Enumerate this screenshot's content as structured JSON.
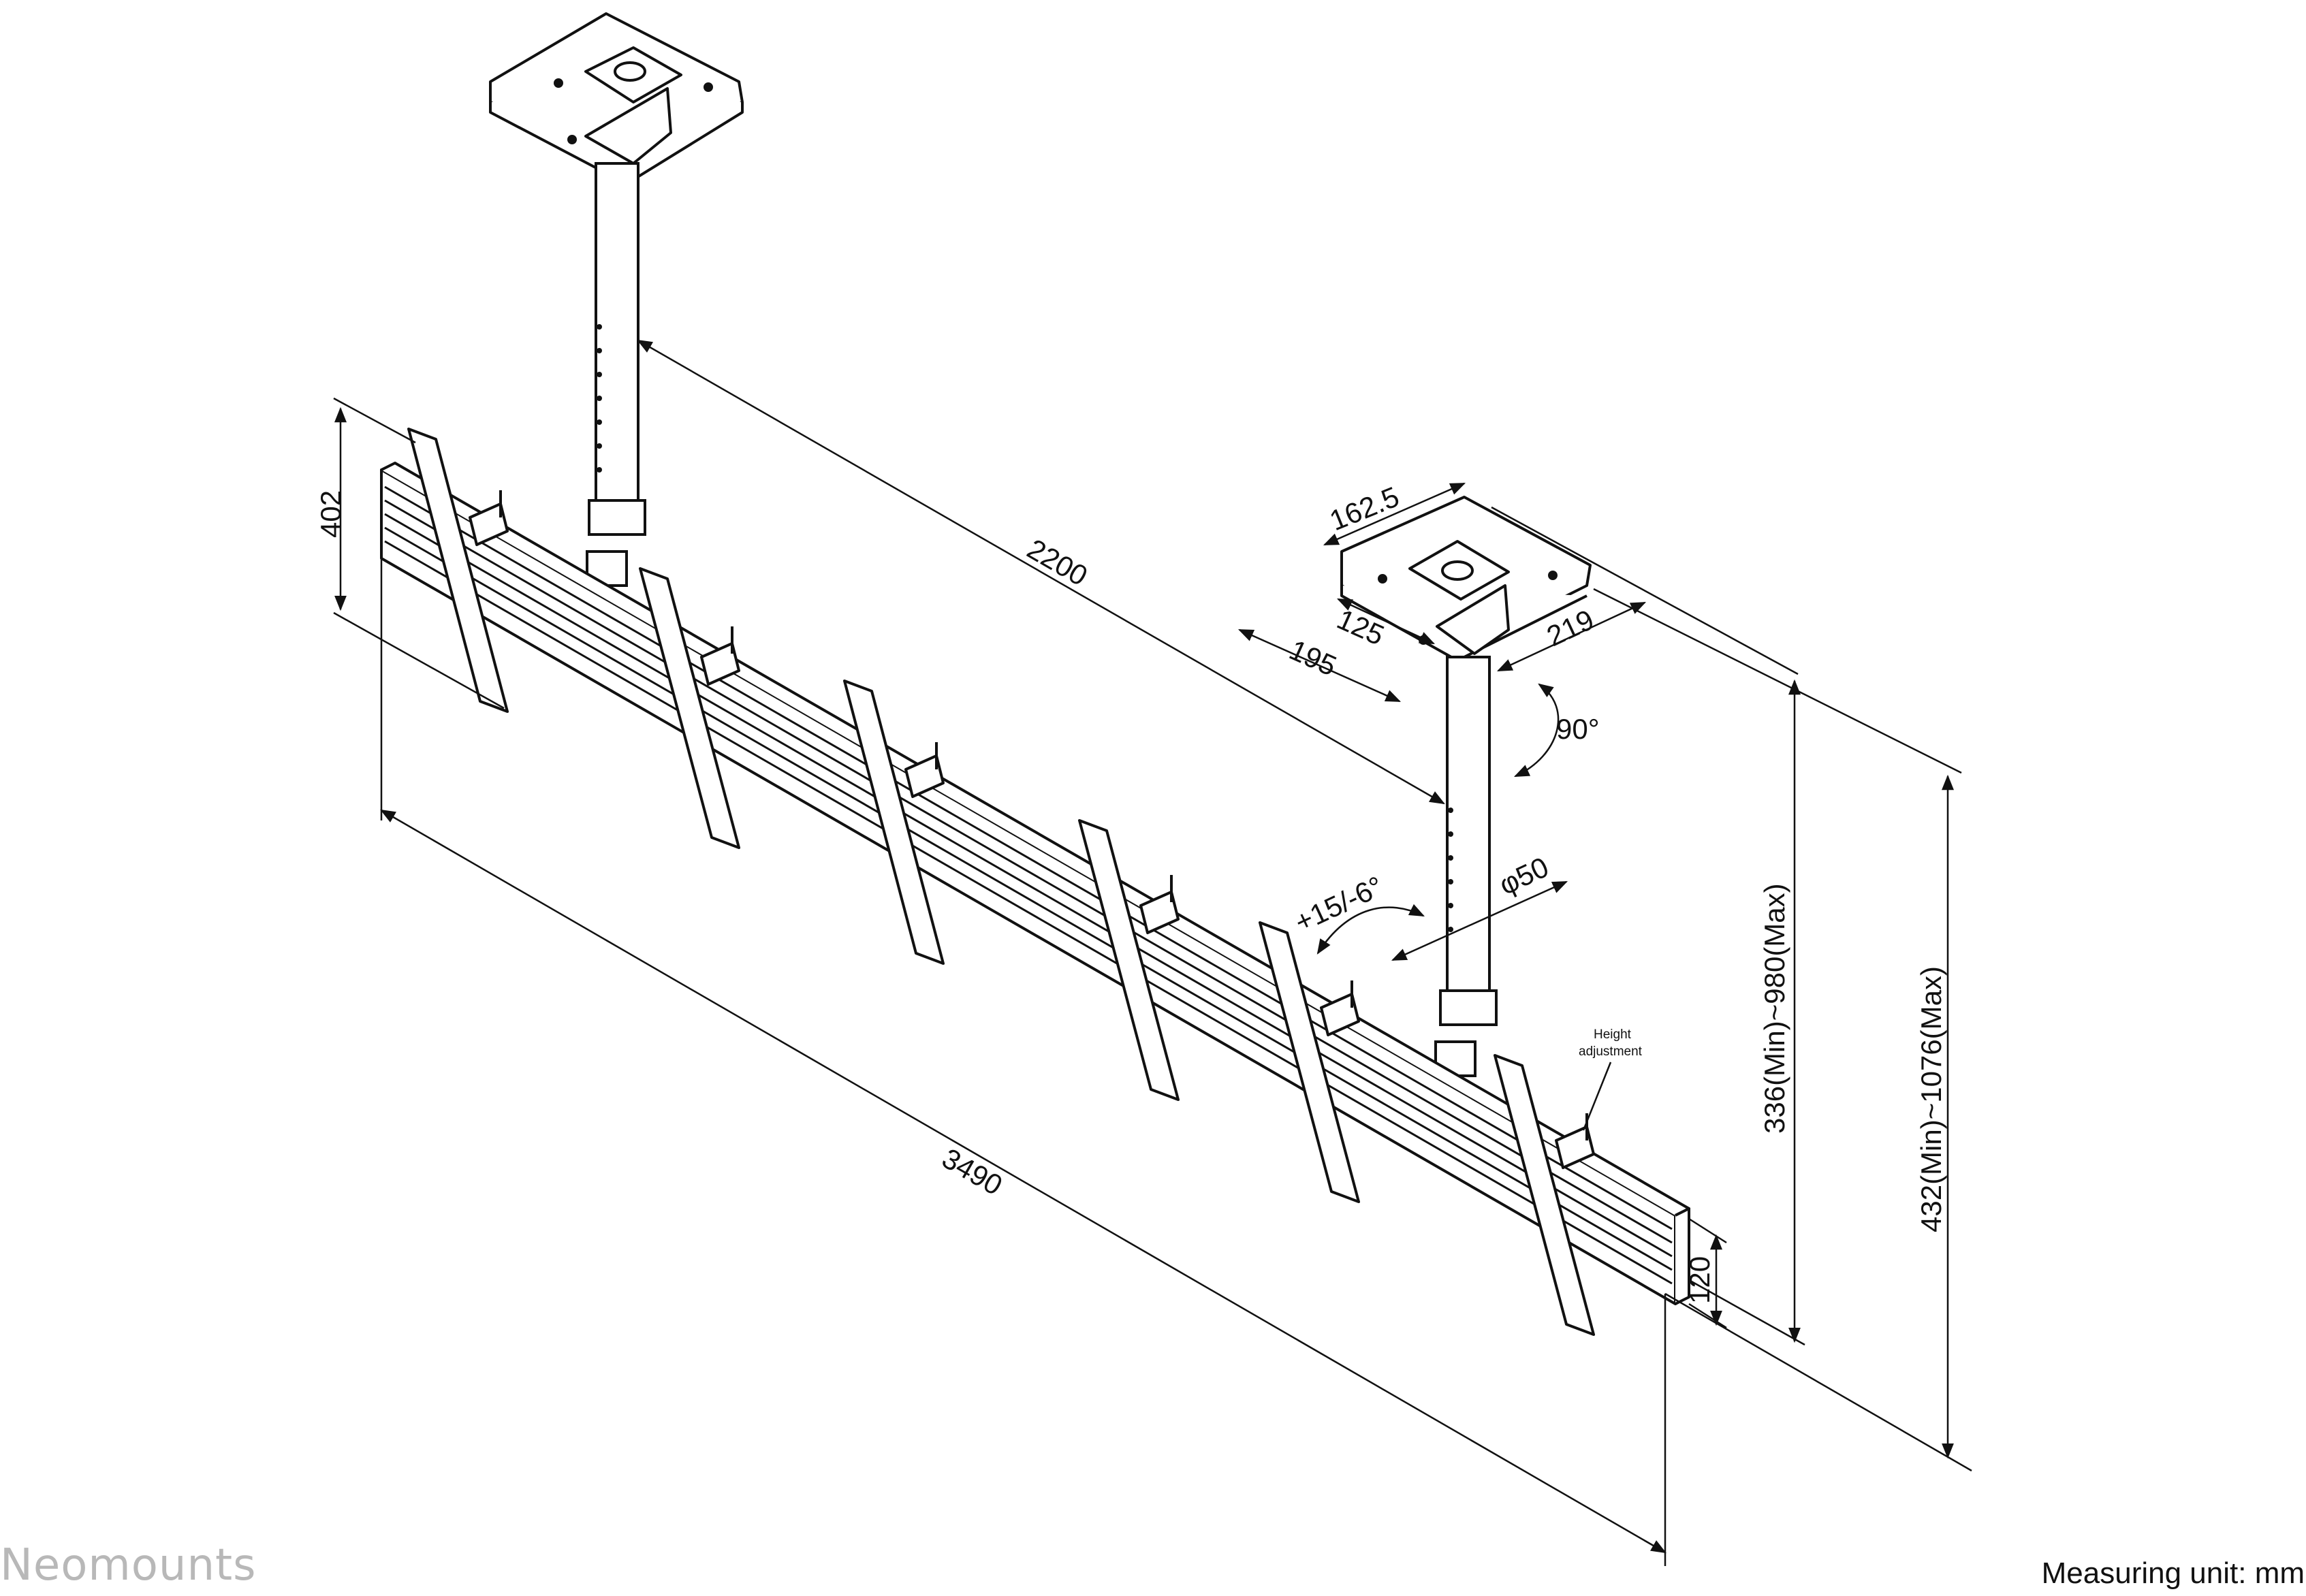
{
  "brand": "Neomounts",
  "footer": {
    "measuring_unit": "Measuring unit: mm"
  },
  "dimensions": {
    "overall_length": "3490",
    "pole_distance": "2200",
    "bar_height": "120",
    "tilt_height": "402",
    "plate_width": "162.5",
    "plate_inner": "125",
    "plate_outer": "195",
    "plate_depth": "219",
    "rotation": "90°",
    "tilt": "+15/-6°",
    "pole_diameter": "φ50",
    "height_range_short": "336(Min)~980(Max)",
    "height_range_total": "432(Min)~1076(Max)"
  },
  "callouts": {
    "height_adjustment_line1": "Height",
    "height_adjustment_line2": "adjustment"
  },
  "colors": {
    "line": "#111111",
    "brand": "#b8b8b8",
    "background": "#ffffff"
  }
}
